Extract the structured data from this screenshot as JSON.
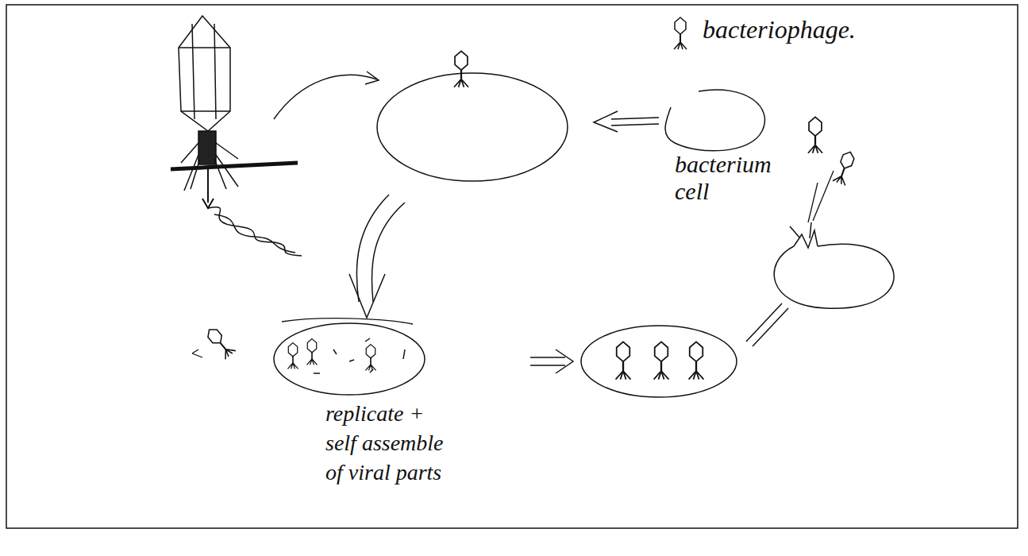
{
  "diagram": {
    "labels": [
      "bacteriophage.",
      "bacterium cell",
      "replicate + self assemble of viral parts"
    ]
  }
}
